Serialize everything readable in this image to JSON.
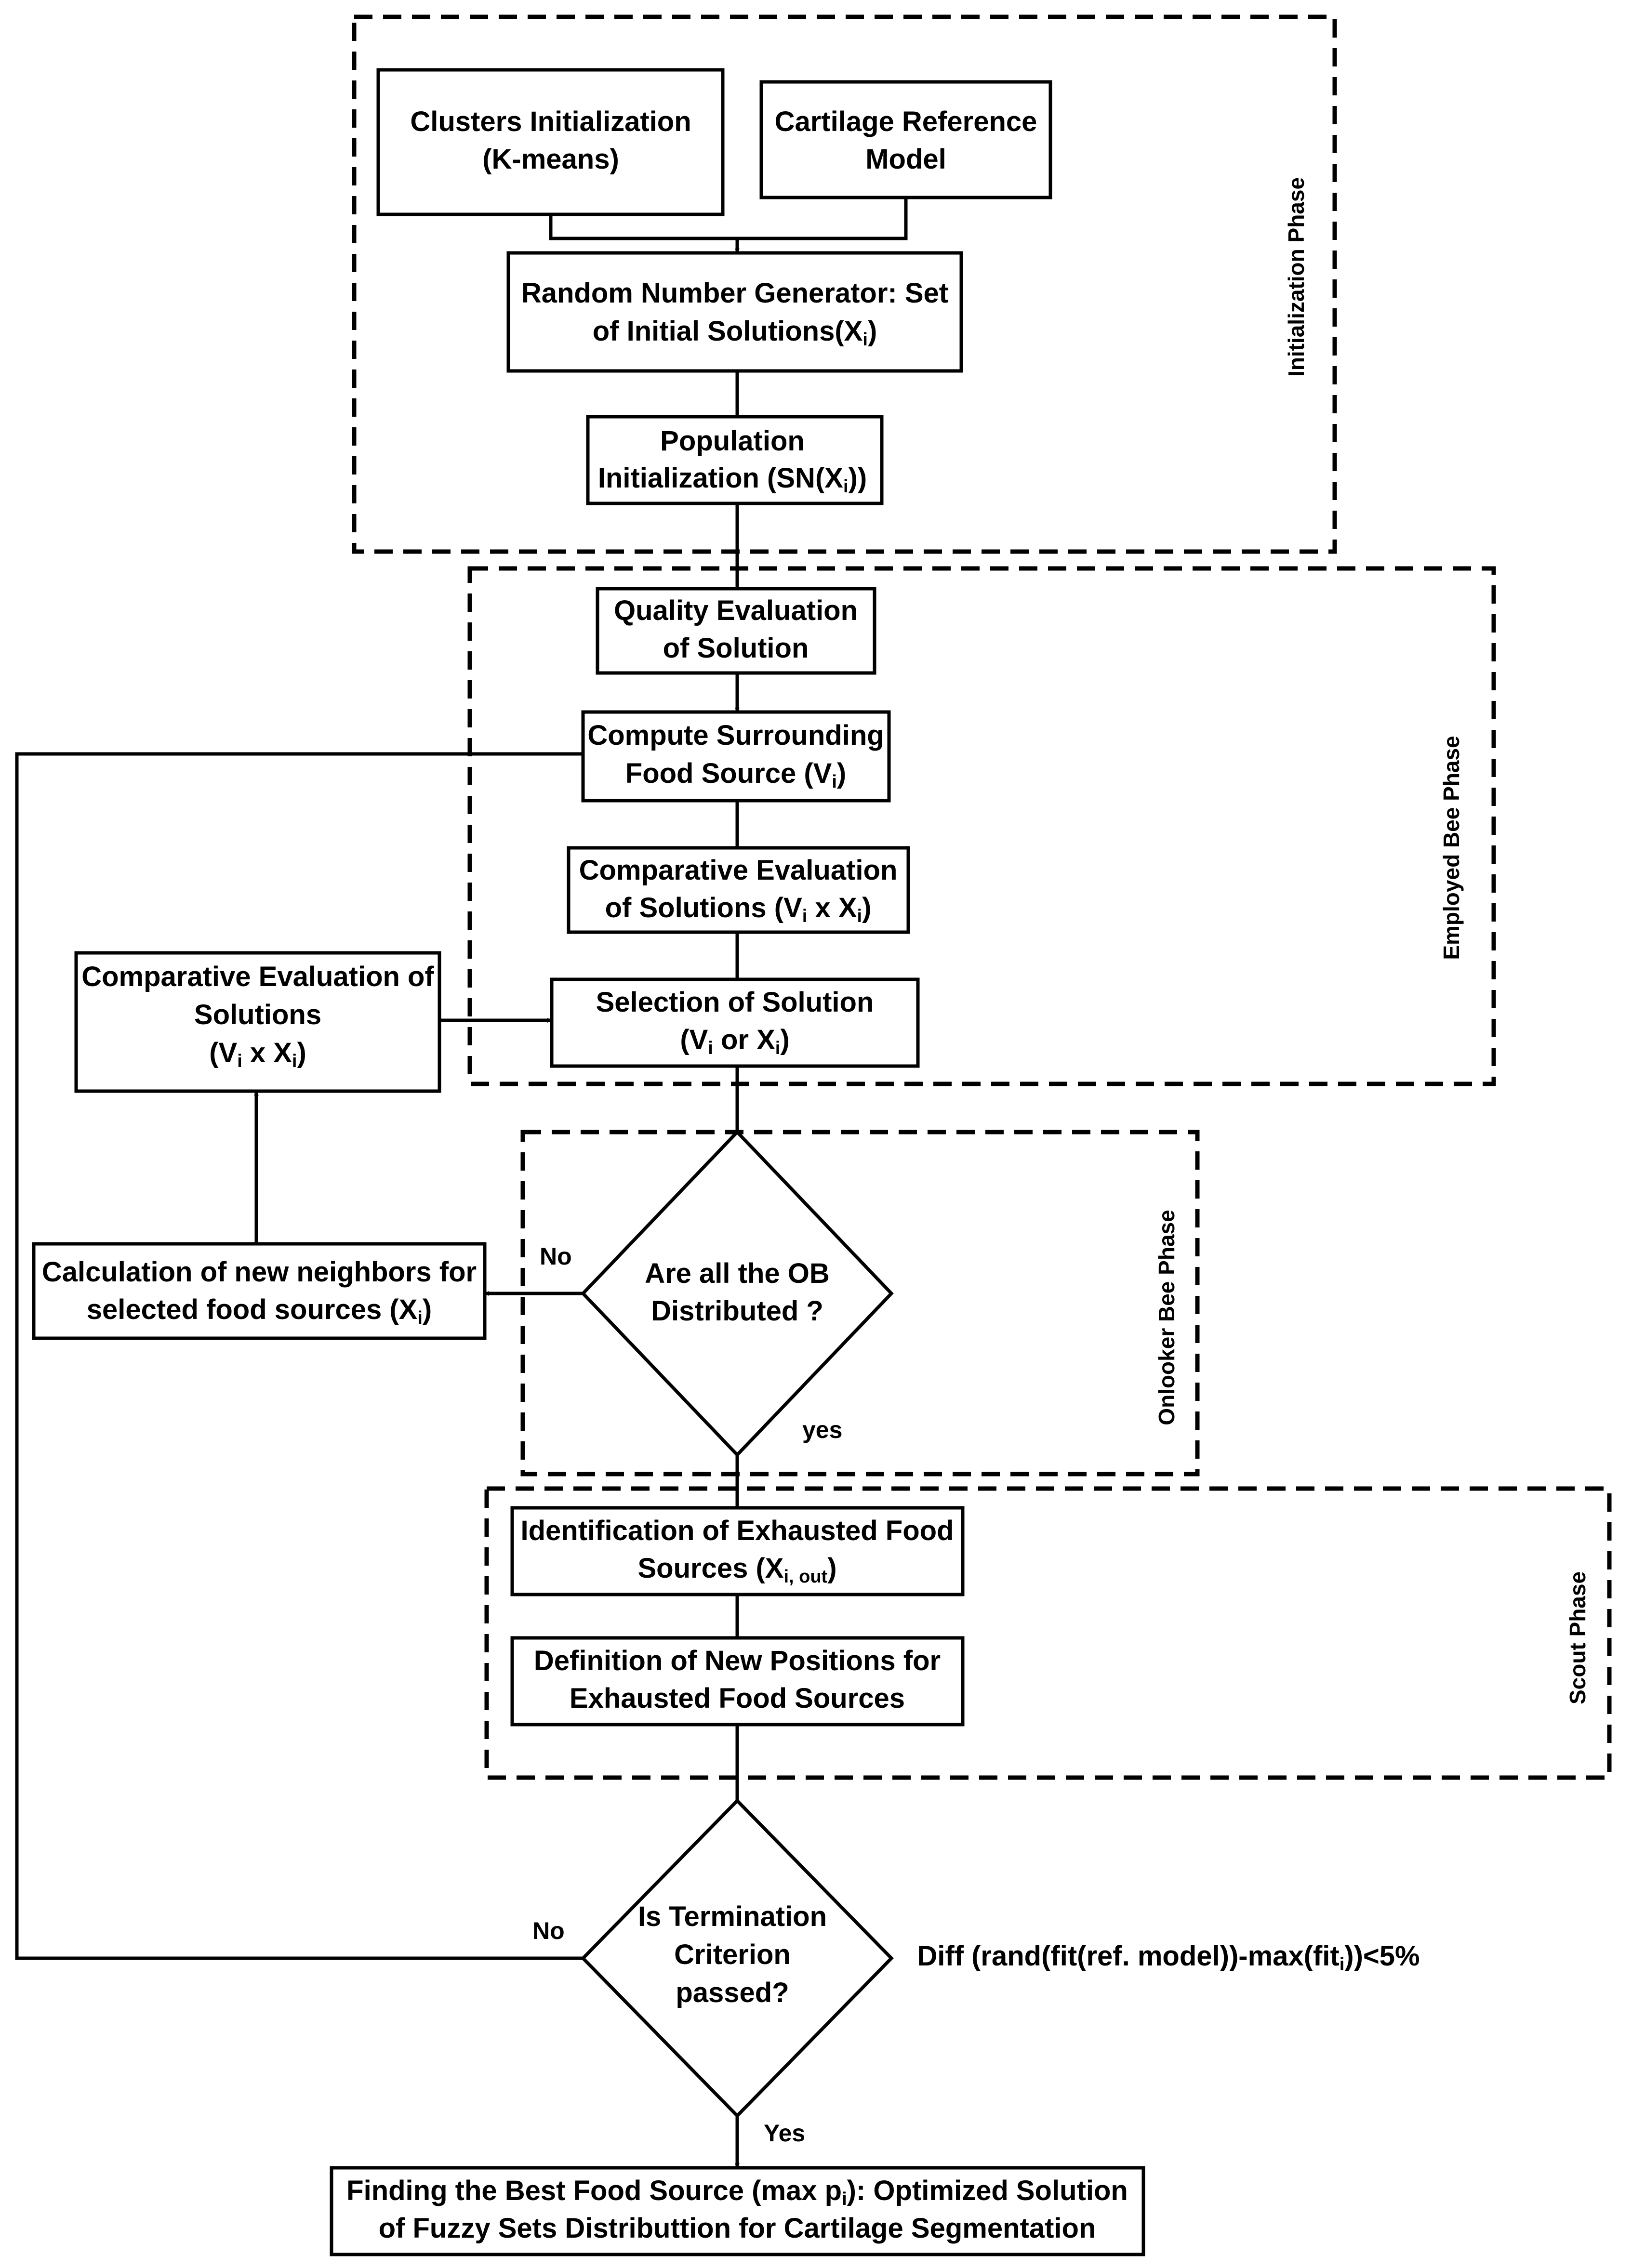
{
  "phases": {
    "initialization": "Initialization Phase",
    "employed": "Employed Bee Phase",
    "onlooker": "Onlooker Bee Phase",
    "scout": "Scout Phase"
  },
  "nodes": {
    "clusters_init": {
      "line1": "Clusters Initialization",
      "line2": "(K-means)"
    },
    "cartilage_ref": {
      "line1": "Cartilage Reference",
      "line2": "Model"
    },
    "rng": {
      "line1": "Random Number Generator: Set",
      "line2_a": "of Initial Solutions(X",
      "line2_sub": "i",
      "line2_b": ")"
    },
    "population": {
      "line1": "Population",
      "line2_a": "Initialization (SN(X",
      "line2_sub": "i",
      "line2_b": "))"
    },
    "quality_eval": {
      "line1": "Quality Evaluation",
      "line2": "of Solution"
    },
    "compute_surrounding": {
      "line1": "Compute Surrounding",
      "line2_a": "Food Source (V",
      "line2_sub": "i",
      "line2_b": ")"
    },
    "comparative_eval": {
      "line1": "Comparative Evaluation",
      "line2_a": "of Solutions (V",
      "line2_sub1": "i",
      "line2_b": " x X",
      "line2_sub2": "i",
      "line2_c": ")"
    },
    "selection": {
      "line1": "Selection of Solution",
      "line2_a": "(V",
      "line2_sub1": "i",
      "line2_b": "  or X",
      "line2_sub2": "i",
      "line2_c": ")"
    },
    "comparative_eval_left": {
      "line1": "Comparative Evaluation of",
      "line2": "Solutions",
      "line3_a": "(V",
      "line3_sub1": "i",
      "line3_b": " x X",
      "line3_sub2": "i",
      "line3_c": ")"
    },
    "ob_decision": {
      "line1": "Are all the OB",
      "line2": "Distributed ?"
    },
    "new_neighbors": {
      "line1": "Calculation of new neighbors for",
      "line2_a": "selected food sources (X",
      "line2_sub": "i",
      "line2_b": ")"
    },
    "exhausted_id": {
      "line1": "Identification of Exhausted Food",
      "line2_a": "Sources (X",
      "line2_sub": "i, out",
      "line2_b": ")"
    },
    "new_positions": {
      "line1": "Definition of New Positions for",
      "line2": "Exhausted Food Sources"
    },
    "termination": {
      "line1": "Is Termination",
      "line2": "Criterion",
      "line3": "passed?"
    },
    "best_food": {
      "line1_a": "Finding the Best Food Source (max p",
      "line1_sub": "i",
      "line1_b": "): Optimized Solution",
      "line2": "of Fuzzy Sets Distributtion for Cartilage Segmentation"
    }
  },
  "edge_labels": {
    "ob_no": "No",
    "ob_yes": "yes",
    "term_no": "No",
    "term_yes": "Yes"
  },
  "criterion": {
    "text_a": "Diff (rand(fit(ref. model))-max(fit",
    "text_sub": "i",
    "text_b": "))<5%"
  }
}
